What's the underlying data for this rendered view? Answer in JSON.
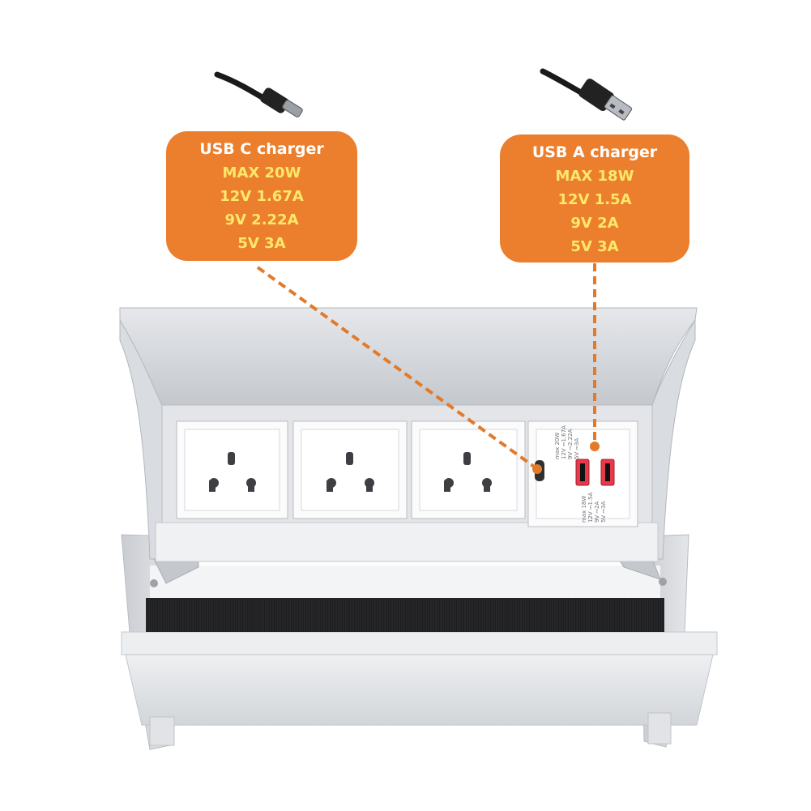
{
  "callouts": {
    "usb_c": {
      "title": "USB C charger",
      "specs": [
        "MAX 20W",
        "12V 1.67A",
        "9V 2.22A",
        "5V 3A"
      ]
    },
    "usb_a": {
      "title": "USB A charger",
      "specs": [
        "MAX 18W",
        "12V 1.5A",
        "9V 2A",
        "5V 3A"
      ]
    }
  },
  "module_print": {
    "usb_c": [
      "max 20W",
      "12V ⎓1.67A",
      "9V ⎓2.22A",
      "5V ⎓3A"
    ],
    "usb_a": [
      "max 18W",
      "12V ⎓1.5A",
      "9V ⎓2A",
      "5V ⎓3A"
    ]
  },
  "colors": {
    "callout_bg": "#ec7f2e",
    "callout_title": "#ffffff",
    "callout_spec": "#fde86b",
    "housing": "#d4d7dc",
    "usb_a_port": "#e8394b",
    "brush": "#1e1e20"
  },
  "icons": [
    "usb-c-cable-icon",
    "usb-a-cable-icon"
  ]
}
